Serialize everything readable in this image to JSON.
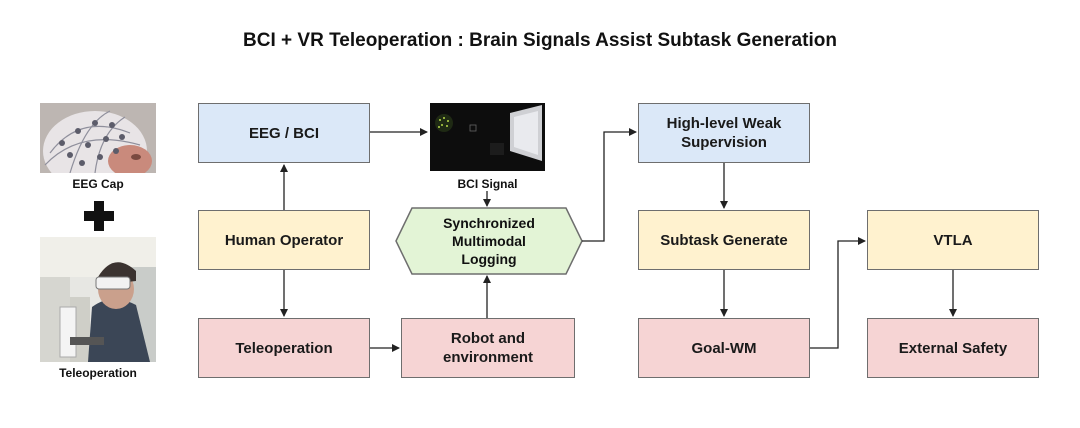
{
  "title": "BCI + VR Teleoperation : Brain Signals Assist Subtask Generation",
  "photos": {
    "eeg_cap_caption": "EEG Cap",
    "teleop_caption": "Teleoperation",
    "bci_signal_caption": "BCI Signal"
  },
  "nodes": {
    "eeg_bci": "EEG / BCI",
    "human_operator": "Human Operator",
    "teleoperation": "Teleoperation",
    "robot_env": "Robot and environment",
    "sync_logging": "Synchronized Multimodal Logging",
    "high_level": "High-level Weak Supervision",
    "subtask_generate": "Subtask Generate",
    "goal_wm": "Goal-WM",
    "vtla": "VTLA",
    "external_safety": "External Safety"
  },
  "colors": {
    "blue_fill": "#dbe8f8",
    "yellow_fill": "#fff2cf",
    "pink_fill": "#f6d4d4",
    "green_fill": "#e3f4d6"
  }
}
